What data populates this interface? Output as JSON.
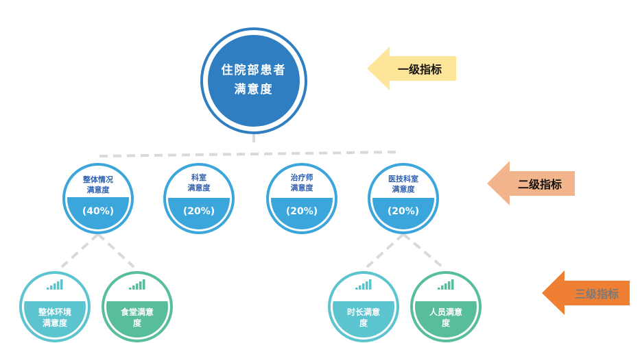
{
  "root": {
    "line1": "住院部患者",
    "line2": "满意度",
    "color": "#2f7ec1"
  },
  "level2": [
    {
      "line1": "整体情况",
      "line2": "满意度",
      "weight": "(40%)"
    },
    {
      "line1": "科室",
      "line2": "满意度",
      "weight": "(20%)"
    },
    {
      "line1": "治疗师",
      "line2": "满意度",
      "weight": "(20%)"
    },
    {
      "line1": "医技科室",
      "line2": "满意度",
      "weight": "(20%)"
    }
  ],
  "level3": [
    {
      "line1": "整体环境",
      "line2": "满意度",
      "color": "#5bc4cf"
    },
    {
      "line1": "食堂满意",
      "line2": "度",
      "color": "#58bd9b"
    },
    {
      "line1": "时长满意",
      "line2": "度",
      "color": "#5bc4cf"
    },
    {
      "line1": "人员满意",
      "line2": "度",
      "color": "#58bd9b"
    }
  ],
  "legend": [
    {
      "label": "一级指标",
      "color": "#fde59a"
    },
    {
      "label": "二级指标",
      "color": "#f2b48a"
    },
    {
      "label": "三级指标",
      "color": "#ef7f33"
    }
  ],
  "colors": {
    "level2": "#3aa6dc",
    "level2_text": "#2f5fb0",
    "connector": "#d9d9d9"
  }
}
